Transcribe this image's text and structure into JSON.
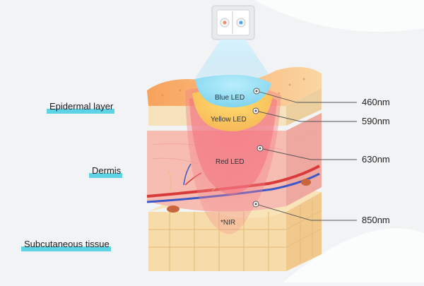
{
  "layers": [
    {
      "label": "Epidermal layer"
    },
    {
      "label": "Dermis"
    },
    {
      "label": "Subcutaneous tissue"
    }
  ],
  "leds": [
    {
      "label": "Blue LED",
      "wavelength": "460nm"
    },
    {
      "label": "Yellow LED",
      "wavelength": "590nm"
    },
    {
      "label": "Red LED",
      "wavelength": "630nm"
    },
    {
      "label": "*NIR",
      "wavelength": "850nm"
    }
  ],
  "colors": {
    "label_highlight": "#5ed3e6",
    "epidermis": "#f4b06a",
    "dermis": "#f6b7ad",
    "subcutaneous": "#f6dba8",
    "blue_light": "#9fe3f5",
    "yellow_light": "#ffd45c",
    "red_light": "#f47a84"
  }
}
